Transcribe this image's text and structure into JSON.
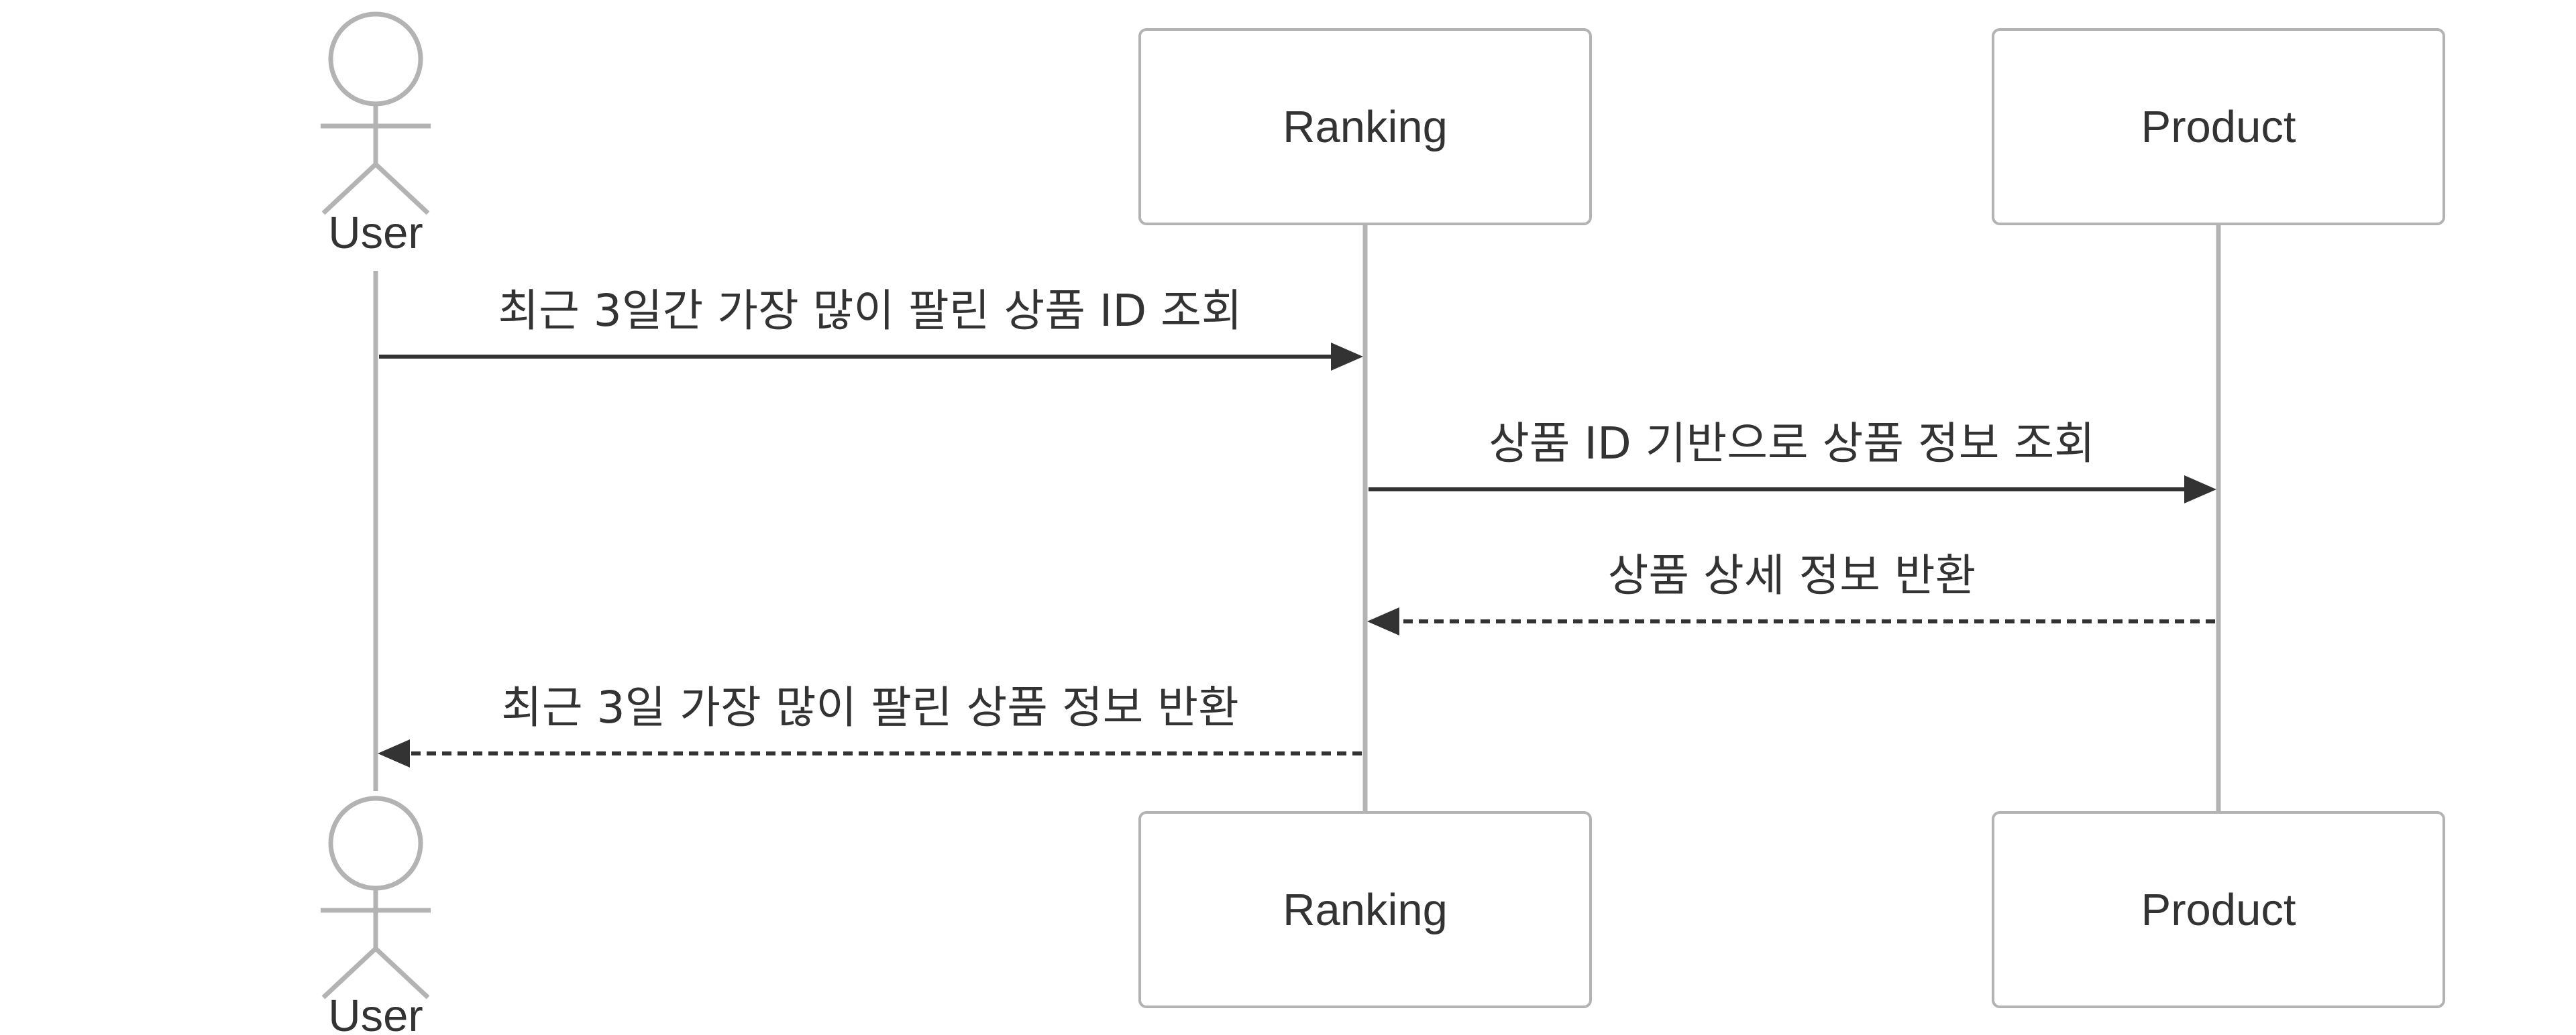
{
  "actors": {
    "user": {
      "label": "User"
    }
  },
  "participants": {
    "ranking": {
      "label": "Ranking"
    },
    "product": {
      "label": "Product"
    }
  },
  "messages": [
    {
      "text": "최근 3일간 가장 많이 팔린 상품 ID 조회",
      "from": "User",
      "to": "Ranking",
      "style": "solid"
    },
    {
      "text": "상품 ID 기반으로 상품 정보 조회",
      "from": "Ranking",
      "to": "Product",
      "style": "solid"
    },
    {
      "text": "상품 상세 정보 반환",
      "from": "Product",
      "to": "Ranking",
      "style": "dashed"
    },
    {
      "text": "최근 3일 가장 많이 팔린 상품 정보 반환",
      "from": "Ranking",
      "to": "User",
      "style": "dashed"
    }
  ],
  "colors": {
    "line": "#b3b3b3",
    "arrow": "#333333",
    "text": "#333333",
    "box_fill": "#ffffff"
  }
}
